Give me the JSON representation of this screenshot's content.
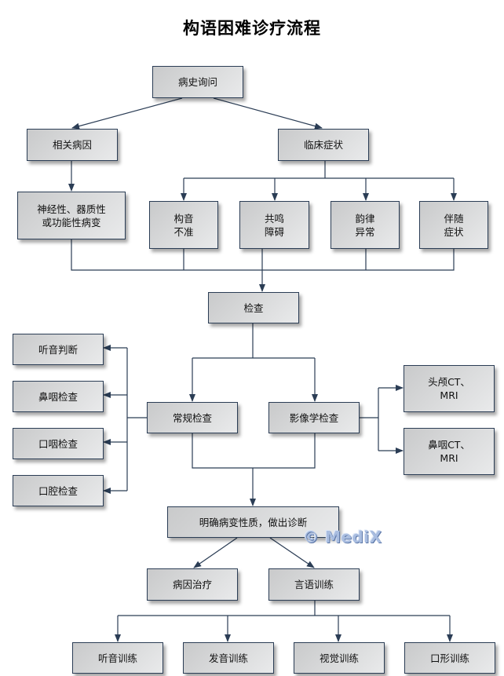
{
  "title": "构语困难诊疗流程",
  "watermark": "© MediX",
  "colors": {
    "line": "#2b3d55",
    "box_light": "#e9eaeb",
    "box_dark": "#c9cacb"
  },
  "nodes": {
    "history": "病史询问",
    "related_causes": "相关病因",
    "clinical_symptoms": "临床症状",
    "lesion_types": "神经性、器质性\n或功能性病变",
    "articulation": "构音\n不准",
    "resonance": "共鸣\n障碍",
    "prosody": "韵律\n异常",
    "accompanying": "伴随\n症状",
    "examination": "检查",
    "routine_exam": "常规检查",
    "imaging_exam": "影像学检查",
    "hearing_judgement": "听音判断",
    "nasopharynx_exam": "鼻咽检查",
    "oropharynx_exam": "口咽检查",
    "oral_cavity_exam": "口腔检查",
    "head_ct_mri": "头颅CT、\nMRI",
    "nasopharynx_ct_mri": "鼻咽CT、\nMRI",
    "diagnosis": "明确病变性质，做出诊断",
    "etiology_treatment": "病因治疗",
    "speech_training": "言语训练",
    "listening_training": "听音训练",
    "pronunciation_training": "发音训练",
    "visual_training": "视觉训练",
    "mouth_shape_training": "口形训练"
  }
}
